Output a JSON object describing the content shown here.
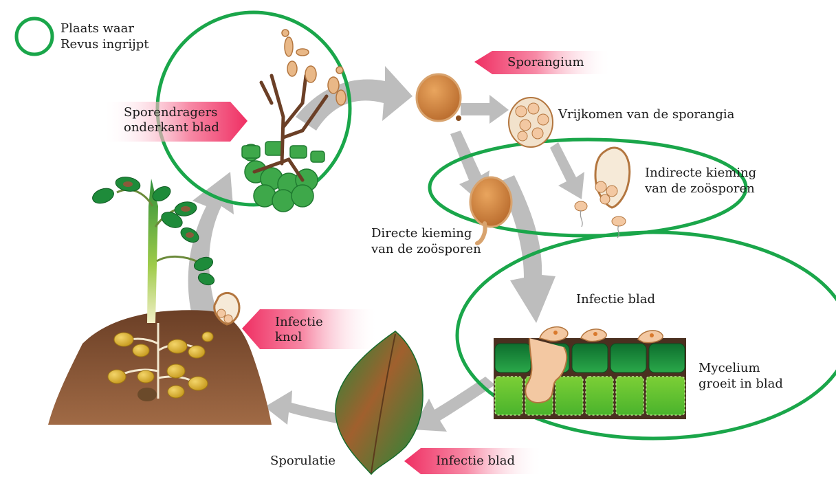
{
  "legend": {
    "line1": "Plaats waar",
    "line2": "Revus ingrijpt"
  },
  "colors": {
    "ring": "#1aa64a",
    "tag": "#f0386b",
    "arrow": "#b9b9b9",
    "leaf": "#1e8b3a",
    "soil": "#8b5a3a"
  },
  "labels": {
    "sporangium": "Sporangium",
    "sporendragers": {
      "line1": "Sporendragers",
      "line2": "onderkant blad"
    },
    "vrijkomen": "Vrijkomen van de sporangia",
    "indirecte": {
      "line1": "Indirecte kieming",
      "line2": "van de zoösporen"
    },
    "directe": {
      "line1": "Directe kieming",
      "line2": "van de zoösporen"
    },
    "infectie_blad_top": "Infectie blad",
    "mycelium": {
      "line1": "Mycelium",
      "line2": "groeit in blad"
    },
    "infectie_knol": {
      "line1": "Infectie",
      "line2": "knol"
    },
    "sporulatie": "Sporulatie",
    "infectie_blad_bottom": "Infectie blad"
  }
}
